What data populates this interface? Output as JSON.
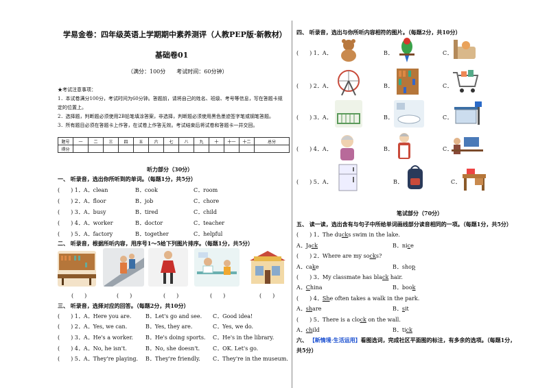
{
  "header": {
    "title": "学易金卷：四年级英语上学期期中素养测评（人教PEP版·新教材）",
    "subtitle": "基础卷01",
    "meta": "（满分：100分　　考试时间：60分钟）"
  },
  "notes": {
    "heading": "★考试注意事项：",
    "line1": "1．本试卷满分100分，考试时间为60分钟。答题前，请将自己的姓名、班级、考号等信息，写在答题卡规",
    "line1b": "定的位置上。",
    "line2": "2．选择题，判断题必须使用2B铅笔填涂答案，非选择，判断题必须使用黑色墨迹签字笔或钢笔答题。",
    "line3": "3．所有题目必须在答题卡上作答，在试卷上作答无效。考试结束后将试卷和答题卡一并交回。"
  },
  "score_table": {
    "row1": [
      "题号",
      "一",
      "二",
      "三",
      "四",
      "五",
      "六",
      "七",
      "八",
      "九",
      "十",
      "十一",
      "十二",
      "总分"
    ],
    "row2_label": "得分"
  },
  "listening": {
    "heading": "听力部分（30分）",
    "sec1": {
      "title": "一、 听录音，选出你所听到的单词。（每题1分，共5分）",
      "items": [
        {
          "n": "(　　) 1．A．clean",
          "b": "B．cook",
          "c": "C．room"
        },
        {
          "n": "(　　) 2．A．floor",
          "b": "B．job",
          "c": "C．chore"
        },
        {
          "n": "(　　) 3．A．busy",
          "b": "B．tired",
          "c": "C．child"
        },
        {
          "n": "(　　) 4．A．worker",
          "b": "B．doctor",
          "c": "C．teacher"
        },
        {
          "n": "(　　) 5．A．factory",
          "b": "B．together",
          "c": "C．helpful"
        }
      ]
    },
    "sec2": {
      "title": "二、 听录音，根据所听内容，用序号1～5给下列图片排序。（每题1分，共5分）",
      "blanks": [
        "(　　)",
        "(　　)",
        "(　　)",
        "(　　)",
        "(　　)"
      ],
      "pics": [
        "library-picture-icon",
        "escalator-family-picture-icon",
        "walking-girl-picture-icon",
        "doctor-office-picture-icon",
        "toy-shop-picture-icon"
      ]
    },
    "sec3": {
      "title": "三、 听录音，选择对应的回答。（每题2分，共10分）",
      "items": [
        {
          "n": "(　　) 1．A．Here you are.",
          "b": "B．Let's go and see.",
          "c": "C．Good idea!"
        },
        {
          "n": "(　　) 2．A．Yes, we can.",
          "b": "B．Yes, they are.",
          "c": "C．Yes, we do."
        },
        {
          "n": "(　　) 3．A．He's a worker.",
          "b": "B．He's doing sports.",
          "c": "C．He's in the library."
        },
        {
          "n": "(　　) 4．A．No, he isn't.",
          "b": "B．No, she doesn't.",
          "c": "C．OK. Let's go."
        },
        {
          "n": "(　　) 5．A．They're playing.",
          "b": "B．They're friendly.",
          "c": "C．They're in the museum."
        }
      ]
    }
  },
  "sec4": {
    "title": "四、 听录音，选出与你所听内容相符的图片。（每题2分，共10分）",
    "rows": [
      {
        "n": "(　　) 1．A．",
        "b": "B．",
        "c": "C．",
        "pics": [
          "teddy-bear-icon",
          "parrot-icon",
          "cat-in-chair-icon"
        ]
      },
      {
        "n": "(　　) 2．A．",
        "b": "B．",
        "c": "C．",
        "pics": [
          "ferris-wheel-icon",
          "bookshelf-icon",
          "shopping-cart-icon"
        ]
      },
      {
        "n": "(　　) 3．A．",
        "b": "B．",
        "c": "C．",
        "pics": [
          "nursery-room-icon",
          "bathroom-icon",
          "bus-stop-icon"
        ]
      },
      {
        "n": "(　　) 4．A．",
        "b": "B．",
        "c": "C．",
        "pics": [
          "grandma-icon",
          "old-lady-cooking-icon",
          "woman-at-desk-icon"
        ]
      },
      {
        "n": "(　　) 5．A．",
        "b": "B．",
        "c": "C．",
        "pics": [
          "fridge-icon",
          "backpack-icon",
          "wooden-desk-icon"
        ]
      }
    ]
  },
  "writing": {
    "heading": "笔试部分（70分）",
    "sec5": {
      "title": "五、 读一读，选出含有与句子中所给单词画线部分读音相同的一项。（每题1分，共5分）",
      "items": [
        {
          "q": "(　　) 1．The du",
          "qu": "ck",
          "qr": "s swim in the lake.",
          "a": "A．Ja",
          "au": "ck",
          "ar": "",
          "b": "B．ni",
          "bu": "c",
          "br": "e"
        },
        {
          "q": "(　　) 2．Where are my so",
          "qu": "ck",
          "qr": "s?",
          "a": "A．ca",
          "au": "k",
          "ar": "e",
          "b": "B．sho",
          "bu": "p",
          "br": ""
        },
        {
          "q": "(　　) 3．My classmate has bla",
          "qu": "ck",
          "qr": "  hair.",
          "a": "A．",
          "au": "C",
          "ar": "hina",
          "b": "B．boo",
          "bu": "k",
          "br": ""
        },
        {
          "q": "(　　) 4．",
          "qu": "Sh",
          "qr": "e often takes a walk in the park.",
          "a": "A．",
          "au": "sh",
          "ar": "are",
          "b": "B．",
          "bu": "s",
          "br": "it"
        },
        {
          "q": "(　　) 5．There is a clo",
          "qu": "ck",
          "qr": "  on the wall.",
          "a": "A．",
          "au": "ch",
          "ar": "ild",
          "b": "B．ti",
          "bu": "ck",
          "br": ""
        }
      ]
    },
    "sec6": {
      "prefix": "六、 ",
      "tag": "【新情境·生活运用】",
      "title": "看图选词，完成社区平面图的标注，有多余的选项。（每题1分，",
      "title2": "共5分）"
    }
  },
  "colors": {
    "tag_blue": "#1a4fd0",
    "divider": "#888888"
  }
}
